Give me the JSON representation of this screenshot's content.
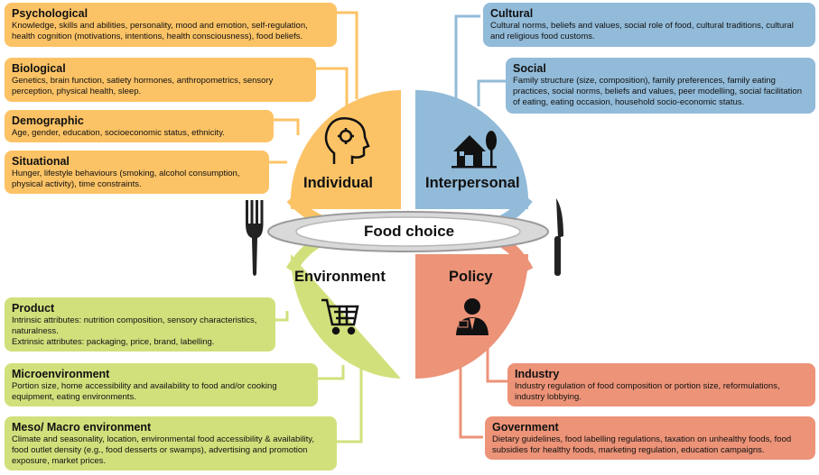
{
  "center": {
    "label": "Food choice"
  },
  "quadrants": {
    "individual": {
      "label": "Individual",
      "color": "#fcc366",
      "icon": "head-brain-icon"
    },
    "interpersonal": {
      "label": "Interpersonal",
      "color": "#92bbd9",
      "icon": "house-tree-icon"
    },
    "environment": {
      "label": "Environment",
      "color": "#d2e07c",
      "icon": "shopping-cart-icon"
    },
    "policy": {
      "label": "Policy",
      "color": "#ec9378",
      "icon": "businessman-icon"
    }
  },
  "boxes": {
    "psychological": {
      "title": "Psychological",
      "text": "Knowledge, skills and abilities, personality, mood and emotion, self-regulation, health cognition (motivations, intentions, health consciousness), food beliefs."
    },
    "biological": {
      "title": "Biological",
      "text": "Genetics, brain function, satiety hormones, anthropometrics, sensory perception, physical health, sleep."
    },
    "demographic": {
      "title": "Demographic",
      "text": "Age, gender, education, socioeconomic status, ethnicity."
    },
    "situational": {
      "title": "Situational",
      "text": "Hunger, lifestyle behaviours (smoking, alcohol consumption, physical activity), time constraints."
    },
    "cultural": {
      "title": "Cultural",
      "text": "Cultural norms, beliefs and values, social role of food, cultural traditions, cultural and religious food customs."
    },
    "social": {
      "title": "Social",
      "text": "Family structure (size, composition), family preferences, family eating practices, social norms, beliefs and values, peer modelling, social facilitation of eating, eating occasion, household socio-economic status."
    },
    "product": {
      "title": "Product",
      "text": "Intrinsic attributes: nutrition composition, sensory characteristics, naturalness.",
      "text2": "Extrinsic attributes: packaging, price, brand, labelling."
    },
    "microenvironment": {
      "title": "Microenvironment",
      "text": "Portion size, home accessibility and availability to food and/or cooking equipment, eating environments."
    },
    "macro": {
      "title": "Meso/ Macro environment",
      "text": "Climate and seasonality, location, environmental food accessibility & availability, food outlet density (e.g., food desserts  or swamps), advertising and promotion exposure, market prices."
    },
    "industry": {
      "title": "Industry",
      "text": "Industry regulation of food composition or portion size, reformulations, industry lobbying."
    },
    "government": {
      "title": "Government",
      "text": "Dietary guidelines, food labelling regulations, taxation on unhealthy foods, food subsidies for healthy foods, marketing regulation, education campaigns."
    }
  }
}
